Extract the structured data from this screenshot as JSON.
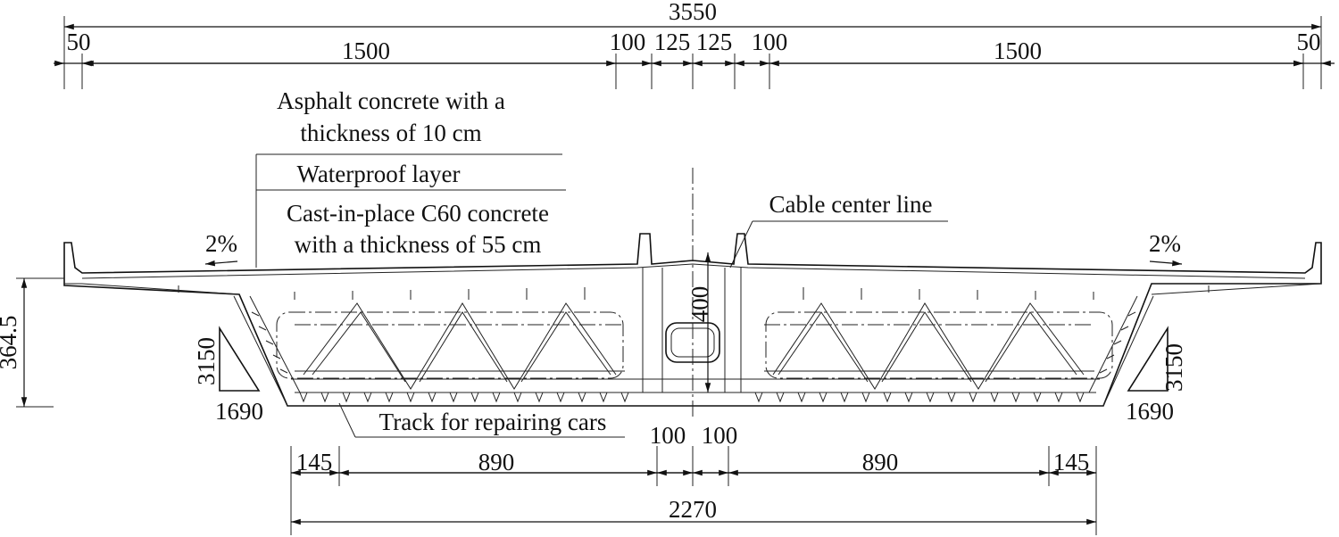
{
  "overall_width": "3550",
  "top_dims": [
    "50",
    "1500",
    "100",
    "125",
    "125",
    "100",
    "1500",
    "50"
  ],
  "bottom_dims": [
    "145",
    "890",
    "100",
    "100",
    "890",
    "145"
  ],
  "bottom_width": "2270",
  "layers": {
    "asphalt_line1": "Asphalt concrete with a",
    "asphalt_line2": "thickness of 10 cm",
    "waterproof": "Waterproof layer",
    "cast_line1": "Cast-in-place C60 concrete",
    "cast_line2": "with a thickness of 55 cm"
  },
  "cable_label": "Cable center line",
  "slope_left": "2%",
  "slope_right": "2%",
  "depth_left": "364.5",
  "center_depth": "400",
  "web_height_left": "3150",
  "web_height_right": "3150",
  "web_run_left": "1690",
  "web_run_right": "1690",
  "track_label": "Track for repairing cars"
}
